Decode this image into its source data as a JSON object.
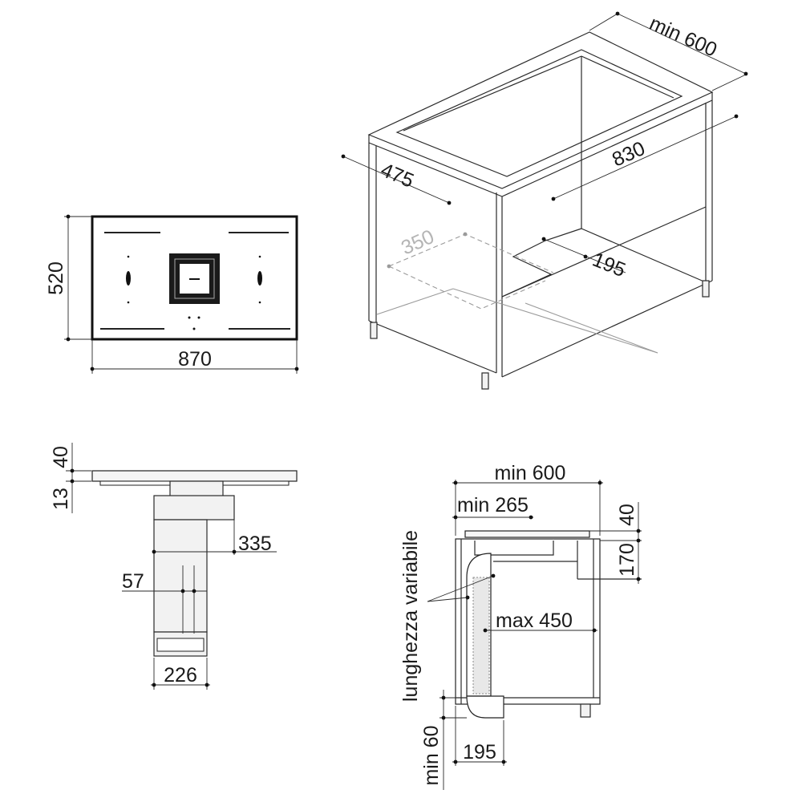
{
  "top_view": {
    "width_label": "870",
    "depth_label": "520"
  },
  "cabinet_view": {
    "cabinet_depth_label": "min 600",
    "cutout_width_label": "830",
    "cutout_depth_label": "475",
    "duct_outline_label": "350",
    "duct_offset_label": "195"
  },
  "side_view": {
    "top_thickness_label": "40",
    "glass_thickness_label": "13",
    "duct_offset_label": "335",
    "motor_offset_label": "57",
    "duct_width_label": "226"
  },
  "section_view": {
    "depth_label": "min 600",
    "front_offset_label": "min 265",
    "top_thickness_label": "40",
    "drawer_height_label": "170",
    "duct_length_label": "max 450",
    "variable_length_label": "lunghezza variabile",
    "bottom_clearance_label": "min 60",
    "bottom_offset_label": "195"
  }
}
